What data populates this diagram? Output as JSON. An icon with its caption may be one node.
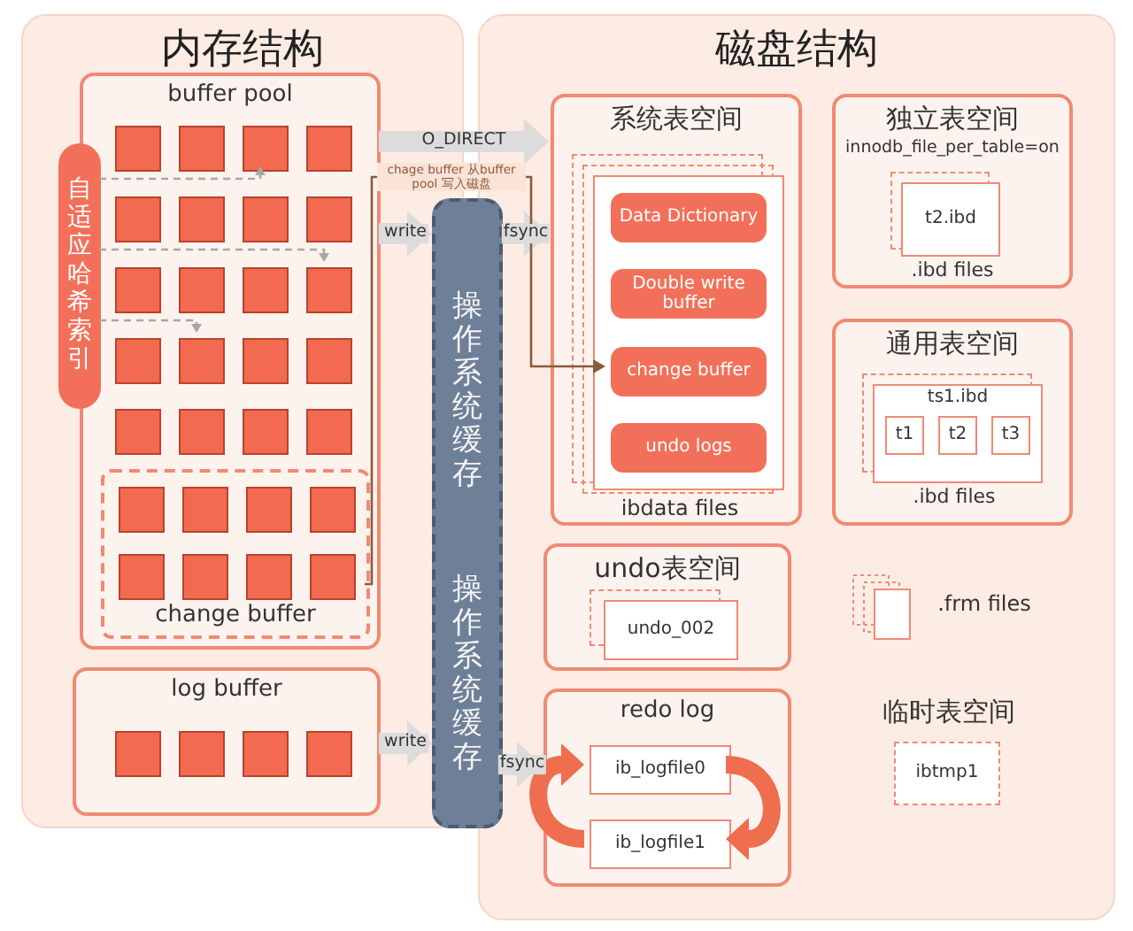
{
  "diagram": {
    "nodes": [
      {
        "text": [
          "内存结构"
        ]
      },
      {
        "text": [
          "buffer pool"
        ],
        "in": 0
      },
      {
        "text": [
          "自适应哈希索引"
        ],
        "in": 0
      },
      {
        "text": [],
        "shape": "box",
        "in": 1
      },
      {
        "text": [],
        "shape": "box",
        "in": 1
      },
      {
        "text": [],
        "shape": "box",
        "in": 1
      },
      {
        "text": [],
        "shape": "box",
        "in": 1
      },
      {
        "text": [],
        "shape": "box",
        "in": 1
      },
      {
        "text": [],
        "shape": "box",
        "in": 1
      },
      {
        "text": [],
        "shape": "box",
        "in": 1
      },
      {
        "text": [],
        "shape": "box",
        "in": 1
      },
      {
        "text": [],
        "shape": "box",
        "in": 1
      },
      {
        "text": [],
        "shape": "box",
        "in": 1
      },
      {
        "text": [],
        "shape": "box",
        "in": 1
      },
      {
        "text": [],
        "shape": "box",
        "in": 1
      },
      {
        "text": [],
        "shape": "box",
        "in": 1
      },
      {
        "text": [],
        "shape": "box",
        "in": 1
      },
      {
        "text": [],
        "shape": "box",
        "in": 1
      },
      {
        "text": [],
        "shape": "box",
        "in": 1
      },
      {
        "text": [],
        "shape": "box",
        "in": 1
      },
      {
        "text": [],
        "shape": "box",
        "in": 1
      },
      {
        "text": [],
        "shape": "box",
        "in": 1
      },
      {
        "text": [],
        "shape": "box",
        "in": 1
      },
      {
        "text": [
          "change buffer"
        ],
        "in": 1
      },
      {
        "text": [],
        "shape": "box",
        "in": 23
      },
      {
        "text": [],
        "shape": "box",
        "in": 23
      },
      {
        "text": [],
        "shape": "box",
        "in": 23
      },
      {
        "text": [],
        "shape": "box",
        "in": 23
      },
      {
        "text": [],
        "shape": "box",
        "in": 23
      },
      {
        "text": [],
        "shape": "box",
        "in": 23
      },
      {
        "text": [],
        "shape": "box",
        "in": 23
      },
      {
        "text": [],
        "shape": "box",
        "in": 23
      },
      {
        "text": [
          "log buffer"
        ],
        "in": 0
      },
      {
        "text": [],
        "shape": "box",
        "in": 32
      },
      {
        "text": [],
        "shape": "box",
        "in": 32
      },
      {
        "text": [],
        "shape": "box",
        "in": 32
      },
      {
        "text": [],
        "shape": "box",
        "in": 32
      },
      {
        "text": [
          "操作系统缓存",
          "操作系统缓存"
        ]
      },
      {
        "text": [
          "磁盘结构"
        ]
      },
      {
        "text": [
          "系统表空间"
        ],
        "in": 38
      },
      {
        "text": [
          "ibdata files"
        ],
        "in": 39
      },
      {
        "text": [
          "Data Dictionary"
        ],
        "in": 40
      },
      {
        "text": [
          "Double write buffer"
        ],
        "in": 40
      },
      {
        "text": [
          "change buffer"
        ],
        "in": 40
      },
      {
        "text": [
          "undo logs"
        ],
        "in": 40
      },
      {
        "text": [
          "独立表空间",
          "innodb_file_per_table=on"
        ],
        "in": 38
      },
      {
        "text": [
          "t2.ibd"
        ],
        "beside": [
          ".ibd files"
        ],
        "in": 45
      },
      {
        "text": [
          "通用表空间"
        ],
        "in": 38
      },
      {
        "text": [
          "ts1.ibd"
        ],
        "beside": [
          ".ibd files"
        ],
        "in": 47
      },
      {
        "text": [
          "t1"
        ],
        "in": 48
      },
      {
        "text": [
          "t2"
        ],
        "in": 48
      },
      {
        "text": [
          "t3"
        ],
        "in": 48
      },
      {
        "text": [
          "undo表空间"
        ],
        "in": 38
      },
      {
        "text": [
          "undo_002"
        ],
        "in": 52
      },
      {
        "text": [
          "redo log"
        ],
        "in": 38
      },
      {
        "text": [
          "ib_logfile0"
        ],
        "in": 54
      },
      {
        "text": [
          "ib_logfile1"
        ],
        "in": 54
      },
      {
        "text": [
          "ibtmp1"
        ],
        "beside": [
          "临时表空间"
        ],
        "in": 38
      }
    ],
    "edges": [
      {
        "from": 1,
        "to": 39,
        "arrow": "to",
        "label": "O_DIRECT"
      },
      {
        "from": 1,
        "to": 37,
        "arrow": "to",
        "label": "write"
      },
      {
        "from": 37,
        "to": 39,
        "arrow": "to",
        "label": "fsync"
      },
      {
        "from": 23,
        "to": 43,
        "arrow": "to",
        "label": "chage buffer 从buffer pool 写入磁盘",
        "color": "#8b5a3c"
      },
      {
        "from": 32,
        "to": 37,
        "arrow": "to",
        "label": "write"
      },
      {
        "from": 37,
        "to": 54,
        "arrow": "to",
        "label": "fsync"
      },
      {
        "from": 55,
        "to": 56,
        "arrow": "to",
        "color": "#ee6e4f"
      },
      {
        "from": 56,
        "to": 55,
        "arrow": "to",
        "color": "#ee6e4f"
      },
      {
        "from": 2,
        "to": 5,
        "arrow": "to",
        "style": "dashed",
        "color": "#a8a8a8"
      },
      {
        "from": 2,
        "to": 14,
        "arrow": "to",
        "style": "dashed",
        "color": "#a8a8a8"
      },
      {
        "from": 2,
        "to": 16,
        "arrow": "to",
        "style": "dashed",
        "color": "#a8a8a8"
      }
    ],
    "labels": [
      ".frm files"
    ]
  }
}
